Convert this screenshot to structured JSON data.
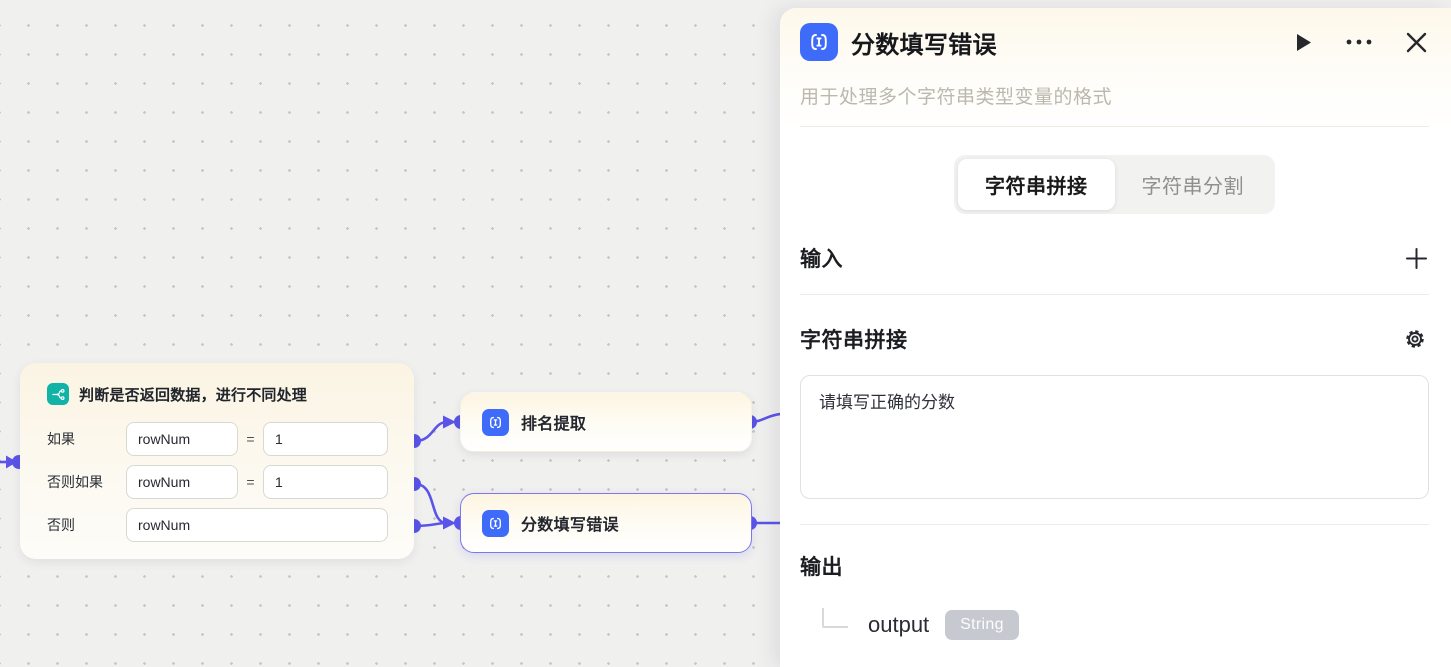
{
  "colors": {
    "edge": "#5a54e8",
    "node_blue": "#3e6bfa",
    "node_teal": "#10b3a6",
    "selected_border": "#7d76ee",
    "type_badge_bg": "#c6cad0"
  },
  "canvas": {
    "condition_node": {
      "title": "判断是否返回数据，进行不同处理",
      "rows": [
        {
          "label": "如果",
          "left": "rowNum",
          "op": "=",
          "right": "1"
        },
        {
          "label": "否则如果",
          "left": "rowNum",
          "op": "=",
          "right": "1"
        },
        {
          "label": "否则",
          "left": "rowNum"
        }
      ]
    },
    "rank_node": {
      "title": "排名提取"
    },
    "score_node": {
      "title": "分数填写错误"
    }
  },
  "panel": {
    "title": "分数填写错误",
    "description": "用于处理多个字符串类型变量的格式",
    "tabs": [
      {
        "label": "字符串拼接",
        "active": true
      },
      {
        "label": "字符串分割",
        "active": false
      }
    ],
    "input_section": {
      "title": "输入"
    },
    "concat_section": {
      "title": "字符串拼接",
      "value": "请填写正确的分数"
    },
    "output_section": {
      "title": "输出",
      "items": [
        {
          "name": "output",
          "type": "String"
        }
      ]
    }
  }
}
